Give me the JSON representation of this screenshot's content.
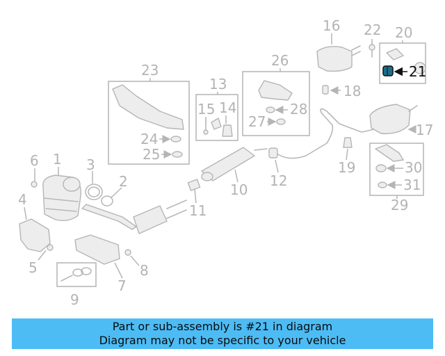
{
  "colors": {
    "banner": "#4dbcf5",
    "muted": "#b3b3b3",
    "highlight": "#111111"
  },
  "callouts": {
    "c1": "1",
    "c2": "2",
    "c3": "3",
    "c4": "4",
    "c5": "5",
    "c6": "6",
    "c7": "7",
    "c8": "8",
    "c9": "9",
    "c10": "10",
    "c11": "11",
    "c12": "12",
    "c13": "13",
    "c14": "14",
    "c15": "15",
    "c16": "16",
    "c17": "17",
    "c18": "18",
    "c19": "19",
    "c20": "20",
    "c21": "21",
    "c22": "22",
    "c23": "23",
    "c24": "24",
    "c25": "25",
    "c26": "26",
    "c27": "27",
    "c28": "28",
    "c29": "29",
    "c30": "30",
    "c31": "31"
  },
  "highlighted_part": "21",
  "banner": {
    "line1": "Part or sub-assembly is #21 in diagram",
    "line2": "Diagram may not be specific to your vehicle"
  }
}
